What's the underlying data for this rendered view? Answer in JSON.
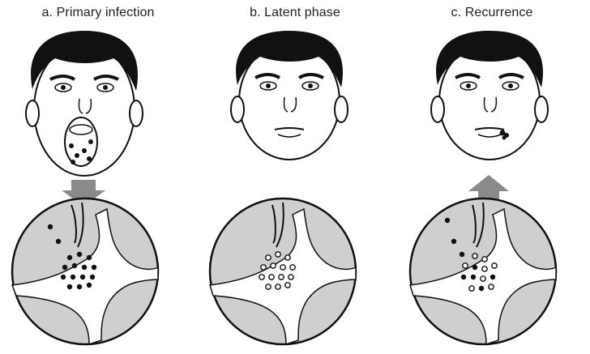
{
  "panels": [
    {
      "title": "a. Primary infection",
      "arrow": "down",
      "virus": "filled",
      "lesion": "mouth-open"
    },
    {
      "title": "b. Latent phase",
      "arrow": "none",
      "virus": "hollow",
      "lesion": "none"
    },
    {
      "title": "c. Recurrence",
      "arrow": "up",
      "virus": "mixed",
      "lesion": "lip"
    }
  ],
  "colors": {
    "tissue": "#cfcfcf",
    "arrow": "#8a8a8a",
    "ink": "#111111",
    "hair": "#111111"
  }
}
